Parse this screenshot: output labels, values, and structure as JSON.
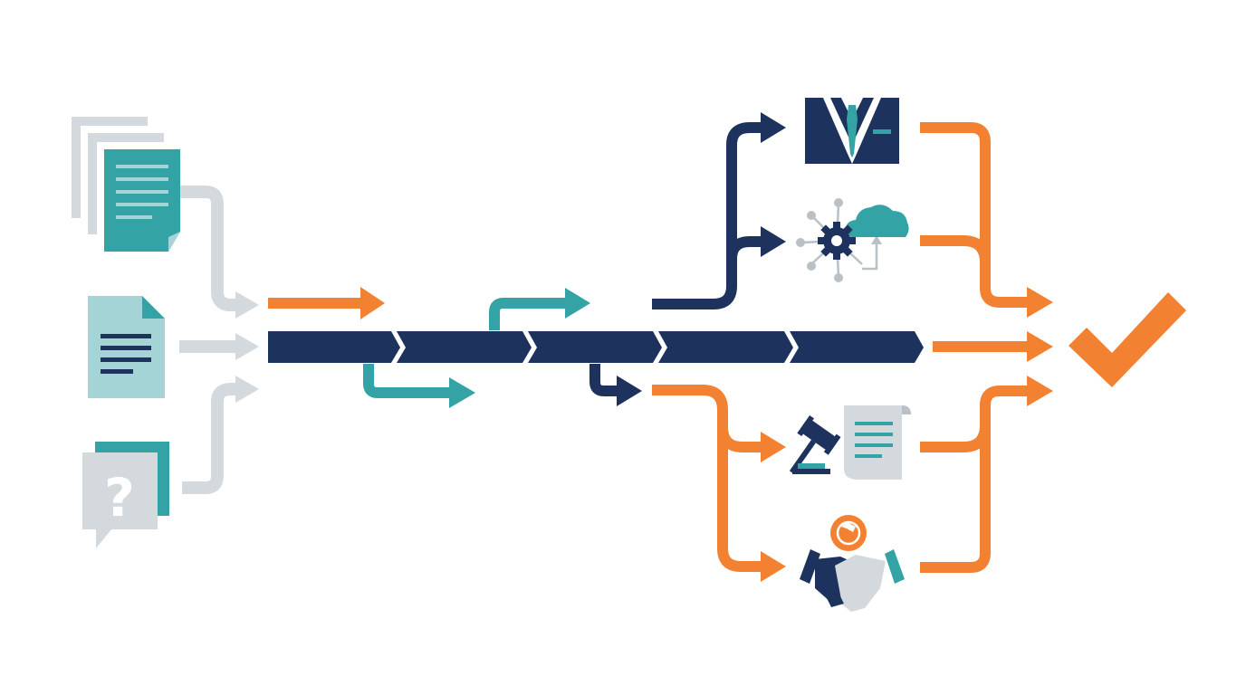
{
  "colors": {
    "navy": "#1d335e",
    "teal": "#34a3a6",
    "light_teal": "#a4d4d6",
    "orange": "#f28232",
    "gray": "#d4d9dd",
    "dark_gray": "#b9c0c6",
    "background": "#ffffff"
  },
  "inputs": [
    {
      "icon": "document-stack-icon"
    },
    {
      "icon": "document-icon"
    },
    {
      "icon": "question-chat-icon"
    }
  ],
  "pipeline": {
    "stage_count": 5
  },
  "branches": [
    {
      "icon": "business-suit-icon",
      "color": "navy"
    },
    {
      "icon": "gear-cloud-icon",
      "color": "navy"
    },
    {
      "icon": "gavel-document-icon",
      "color": "orange"
    },
    {
      "icon": "handshake-person-icon",
      "color": "orange"
    }
  ],
  "outcome": {
    "icon": "checkmark-icon",
    "color": "orange"
  }
}
